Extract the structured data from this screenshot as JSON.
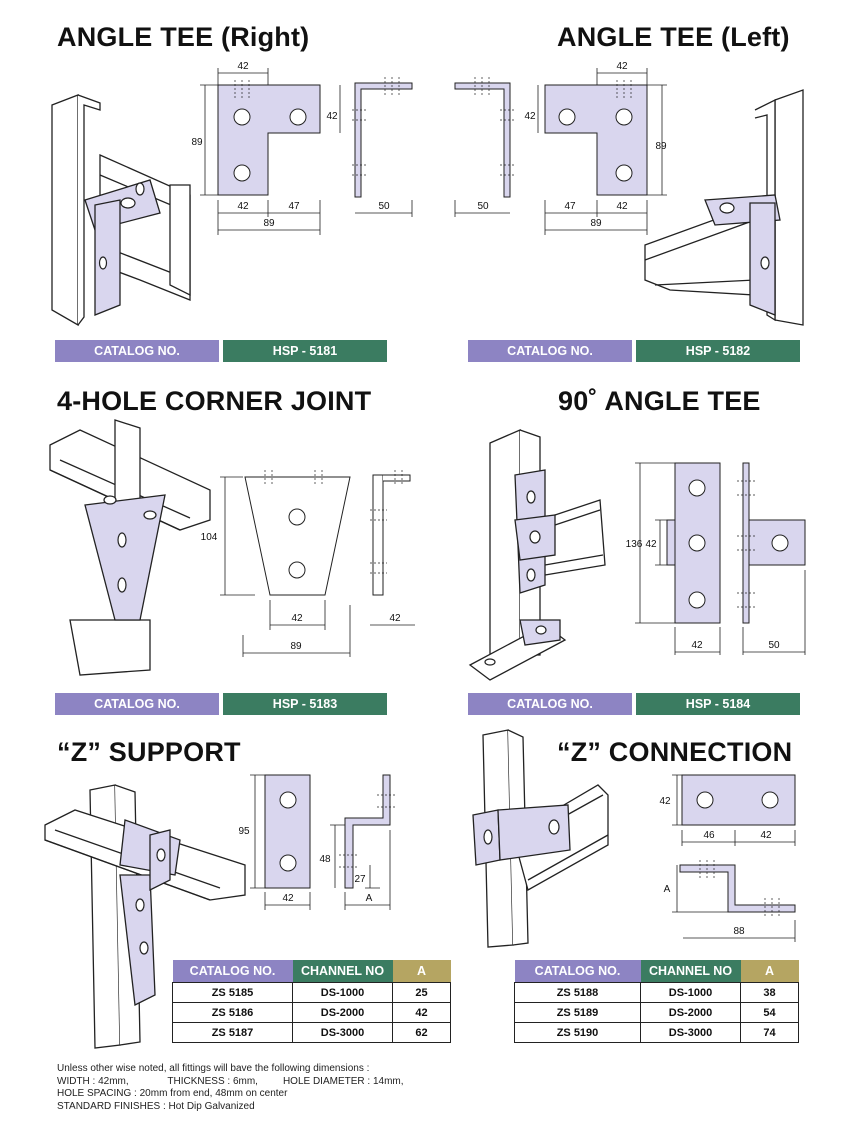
{
  "sections": {
    "s1": {
      "title": "ANGLE TEE (Right)",
      "catalog_label": "CATALOG NO.",
      "catalog_value": "HSP - 5181"
    },
    "s2": {
      "title": "ANGLE TEE (Left)",
      "catalog_label": "CATALOG NO.",
      "catalog_value": "HSP - 5182"
    },
    "s3": {
      "title": "4-HOLE CORNER JOINT",
      "catalog_label": "CATALOG NO.",
      "catalog_value": "HSP - 5183"
    },
    "s4": {
      "title": "90˚ ANGLE TEE",
      "catalog_label": "CATALOG NO.",
      "catalog_value": "HSP - 5184"
    },
    "s5": {
      "title": "“Z” SUPPORT"
    },
    "s6": {
      "title": "“Z” CONNECTION"
    }
  },
  "dims": {
    "s1": [
      "42",
      "89",
      "42",
      "42",
      "47",
      "89",
      "50"
    ],
    "s2": [
      "42",
      "42",
      "89",
      "50",
      "47",
      "42",
      "89"
    ],
    "s3": [
      "104",
      "42",
      "89",
      "42"
    ],
    "s4": [
      "136",
      "42",
      "42",
      "50"
    ],
    "s5": [
      "95",
      "48",
      "27",
      "42",
      "A"
    ],
    "s6": [
      "42",
      "46",
      "42",
      "A",
      "88"
    ]
  },
  "tables": {
    "headers": [
      "CATALOG NO.",
      "CHANNEL NO",
      "A"
    ],
    "z_support": [
      [
        "ZS 5185",
        "DS-1000",
        "25"
      ],
      [
        "ZS 5186",
        "DS-2000",
        "42"
      ],
      [
        "ZS 5187",
        "DS-3000",
        "62"
      ]
    ],
    "z_connection": [
      [
        "ZS 5188",
        "DS-1000",
        "38"
      ],
      [
        "ZS 5189",
        "DS-2000",
        "54"
      ],
      [
        "ZS 5190",
        "DS-3000",
        "74"
      ]
    ]
  },
  "notes": {
    "line1": "Unless other wise noted, all fittings will bave the following dimensions :",
    "line2": "WIDTH : 42mm,              THICKNESS : 6mm,         HOLE DIAMETER : 14mm,",
    "line3": "HOLE SPACING : 20mm from end, 48mm on center",
    "line4": "STANDARD FINISHES : Hot Dip Galvanized"
  },
  "colors": {
    "plate": "#d9d6ee",
    "catalog_label_bg": "#8d84c3",
    "catalog_value_bg": "#3b7c61",
    "column_a_bg": "#b5a562"
  }
}
